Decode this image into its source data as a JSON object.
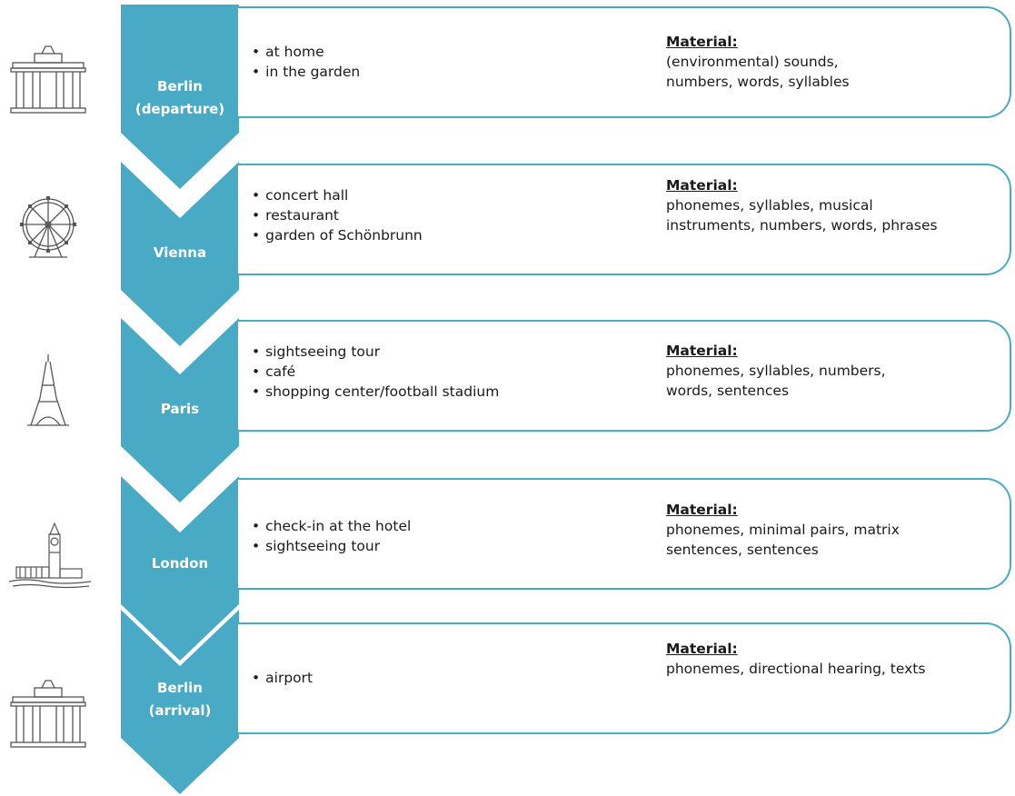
{
  "stages": [
    {
      "city": [
        "Berlin",
        "(departure)"
      ],
      "icon": "brandenburg-gate-icon",
      "places": [
        "at home",
        "in the garden"
      ],
      "material_title": "Material:",
      "material_lines": [
        "(environmental) sounds,",
        "numbers, words, syllables"
      ]
    },
    {
      "city": [
        "Vienna"
      ],
      "icon": "ferris-wheel-icon",
      "places": [
        "concert hall",
        "restaurant",
        "garden of Schönbrunn"
      ],
      "material_title": "Material:",
      "material_lines": [
        "phonemes, syllables, musical",
        "instruments, numbers, words, phrases"
      ]
    },
    {
      "city": [
        "Paris"
      ],
      "icon": "eiffel-tower-icon",
      "places": [
        "sightseeing tour",
        "café",
        "shopping center/football stadium"
      ],
      "material_title": "Material:",
      "material_lines": [
        "phonemes, syllables, numbers,",
        "words, sentences"
      ]
    },
    {
      "city": [
        "London"
      ],
      "icon": "big-ben-icon",
      "places": [
        "check-in at the hotel",
        "sightseeing tour"
      ],
      "material_title": "Material:",
      "material_lines": [
        "phonemes, minimal pairs, matrix",
        "sentences, sentences"
      ]
    },
    {
      "city": [
        "Berlin",
        "(arrival)"
      ],
      "icon": "brandenburg-gate-icon",
      "places": [
        "airport"
      ],
      "material_title": "Material:",
      "material_lines": [
        "phonemes, directional hearing, texts"
      ]
    }
  ],
  "colors": {
    "accent": "#49aac5",
    "box_border": "#49aac5",
    "text": "#1a1a1a"
  }
}
